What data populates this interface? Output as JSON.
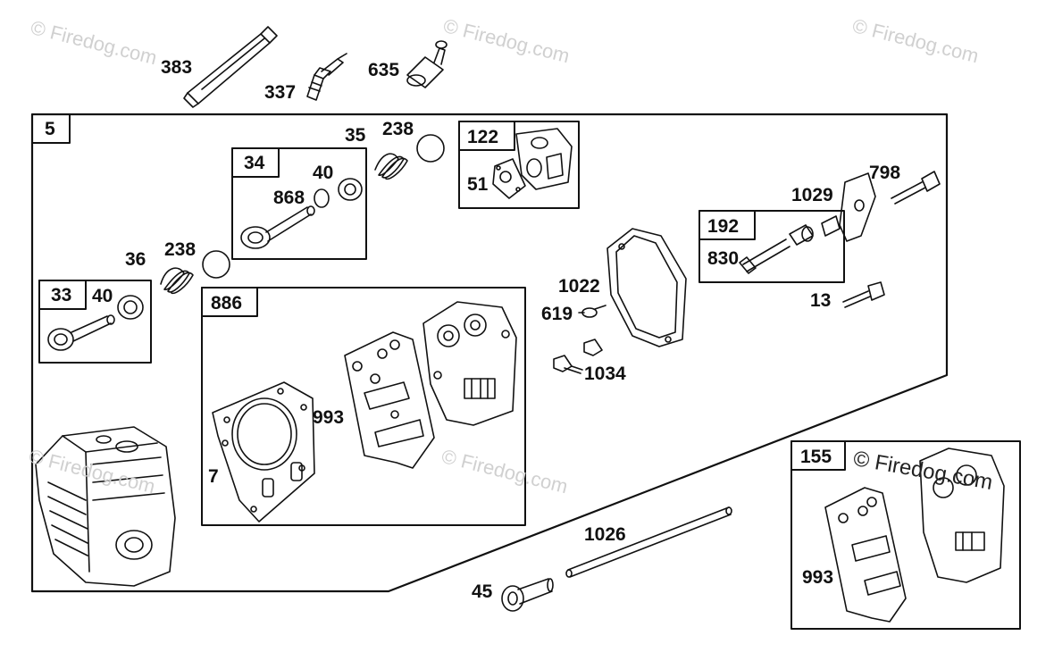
{
  "watermark": "© Firedog.com",
  "callouts": {
    "c383": "383",
    "c337": "337",
    "c635": "635",
    "c5": "5",
    "c35": "35",
    "c238a": "238",
    "c122": "122",
    "c51": "51",
    "c34": "34",
    "c40a": "40",
    "c868": "868",
    "c798": "798",
    "c1029": "1029",
    "c192": "192",
    "c830": "830",
    "c36": "36",
    "c238b": "238",
    "c33": "33",
    "c40b": "40",
    "c886": "886",
    "c1022": "1022",
    "c619": "619",
    "c13": "13",
    "c1034": "1034",
    "c993a": "993",
    "c7": "7",
    "c155": "155",
    "c993b": "993",
    "c1026": "1026",
    "c45": "45"
  },
  "parts": {
    "p383": "glow-plug-tool-icon",
    "p337": "spark-plug-icon",
    "p635": "valve-cap-icon",
    "p35": "valve-spring-icon",
    "p238": "spring-retainer-icon",
    "p122": "breather-housing-icon",
    "p51": "breather-gasket-icon",
    "p34": "exhaust-valve-icon",
    "p40": "valve-keeper-icon",
    "p868": "valve-stem-seal-icon",
    "p798": "rocker-stud-icon",
    "p1029": "rocker-arm-icon",
    "p830": "adjusting-screw-icon",
    "p36": "valve-spring-icon",
    "p33": "intake-valve-icon",
    "p1022": "rocker-cover-gasket-icon",
    "p619": "screw-icon",
    "p13": "bolt-icon",
    "p1034": "nut-icon",
    "p993": "intake-gasket-icon",
    "p7": "head-gasket-icon",
    "p5": "cylinder-head-icon",
    "p1026": "push-rod-icon",
    "p45": "valve-tappet-icon",
    "p155": "gasket-set-icon"
  }
}
